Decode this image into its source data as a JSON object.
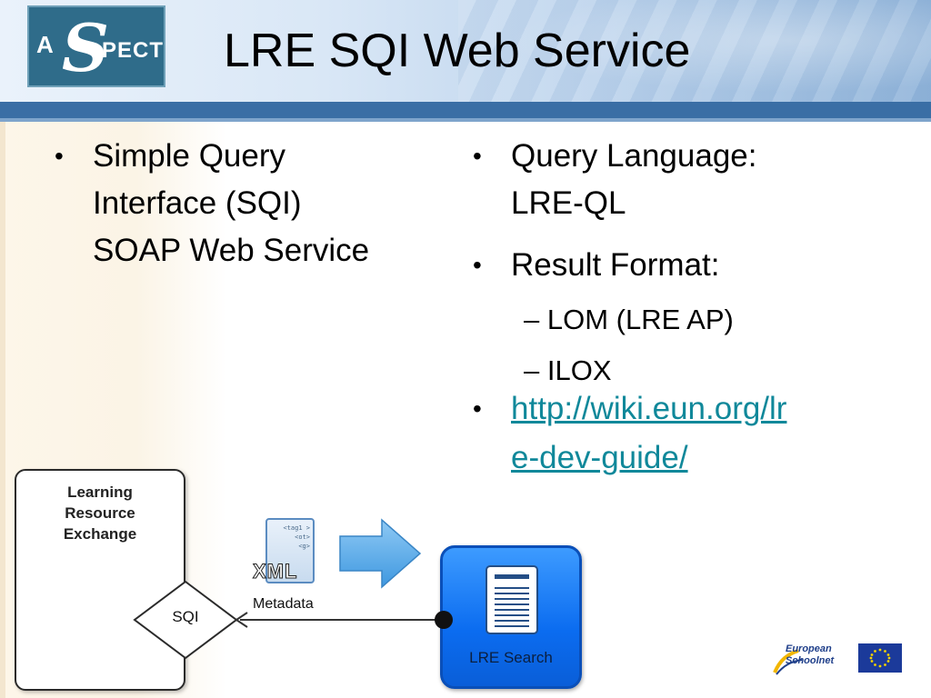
{
  "slide": {
    "title": "LRE SQI Web Service",
    "logo": {
      "a": "A",
      "s": "S",
      "rest": "PECT"
    }
  },
  "left_bullets": [
    {
      "lines": [
        "Simple Query",
        "Interface (SQI)",
        "SOAP Web Service"
      ]
    }
  ],
  "right_bullets": [
    {
      "lines": [
        "Query Language:",
        "LRE-QL"
      ]
    },
    {
      "lines": [
        "Result Format:"
      ]
    },
    {
      "sub": [
        "– LOM (LRE AP)",
        "– ILOX"
      ]
    },
    {
      "link_lines": [
        "http://wiki.eun.org/lr",
        "e-dev-guide/"
      ]
    }
  ],
  "bullet_char": "•",
  "diagram": {
    "lre_title": [
      "Learning",
      "Resource",
      "Exchange"
    ],
    "sqi": "SQI",
    "xml_code": [
      "<tag1 >",
      "<ot>",
      "<g>"
    ],
    "xml": "XML",
    "metadata": "Metadata",
    "search": "LRE Search"
  },
  "footer": {
    "eun": [
      "European",
      "Schoolnet"
    ]
  },
  "colors": {
    "link": "#10889a",
    "header_bar": "#3a6ea5",
    "search_blue": "#0b6cf0"
  }
}
